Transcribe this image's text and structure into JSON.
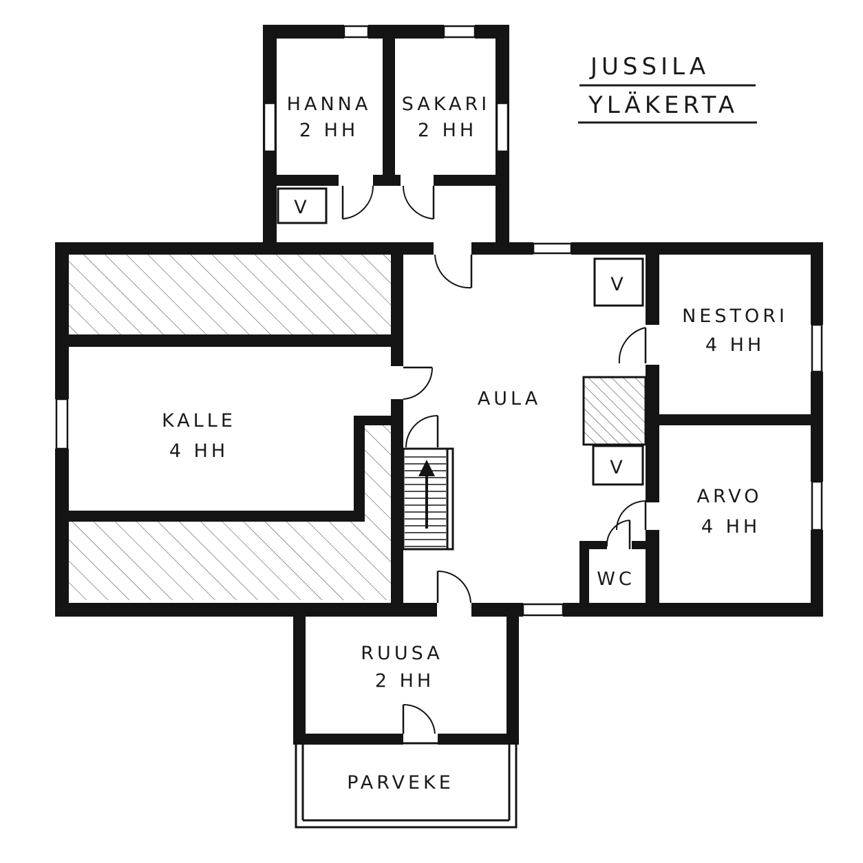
{
  "title": {
    "line1": "JUSSILA",
    "line2": "YLÄKERTA"
  },
  "rooms": {
    "hanna": {
      "name": "HANNA",
      "size": "2 HH"
    },
    "sakari": {
      "name": "SAKARI",
      "size": "2 HH"
    },
    "kalle": {
      "name": "KALLE",
      "size": "4 HH"
    },
    "aula": {
      "name": "AULA"
    },
    "nestori": {
      "name": "NESTORI",
      "size": "4 HH"
    },
    "arvo": {
      "name": "ARVO",
      "size": "4 HH"
    },
    "wc": {
      "name": "WC"
    },
    "ruusa": {
      "name": "RUUSA",
      "size": "2 HH"
    },
    "parveke": {
      "name": "PARVEKE"
    }
  },
  "closets": {
    "north": "V",
    "aula_top": "V",
    "aula_mid": "V"
  },
  "colors": {
    "ink": "#141414",
    "paper": "#ffffff"
  }
}
